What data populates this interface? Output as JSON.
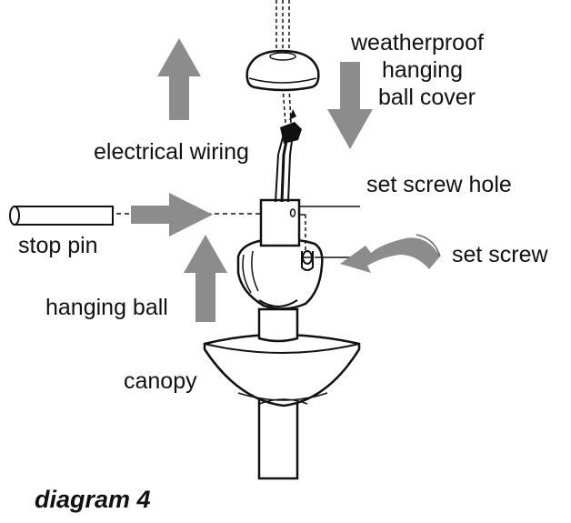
{
  "diagram": {
    "caption": "diagram 4",
    "labels": {
      "cover_line1": "weatherproof",
      "cover_line2": "hanging",
      "cover_line3": "ball cover",
      "electrical_wiring": "electrical wiring",
      "set_screw_hole": "set screw hole",
      "stop_pin": "stop pin",
      "set_screw": "set screw",
      "hanging_ball": "hanging ball",
      "canopy": "canopy"
    },
    "colors": {
      "outline": "#111111",
      "arrow_fill": "#8c8c8c",
      "background": "#ffffff"
    }
  }
}
